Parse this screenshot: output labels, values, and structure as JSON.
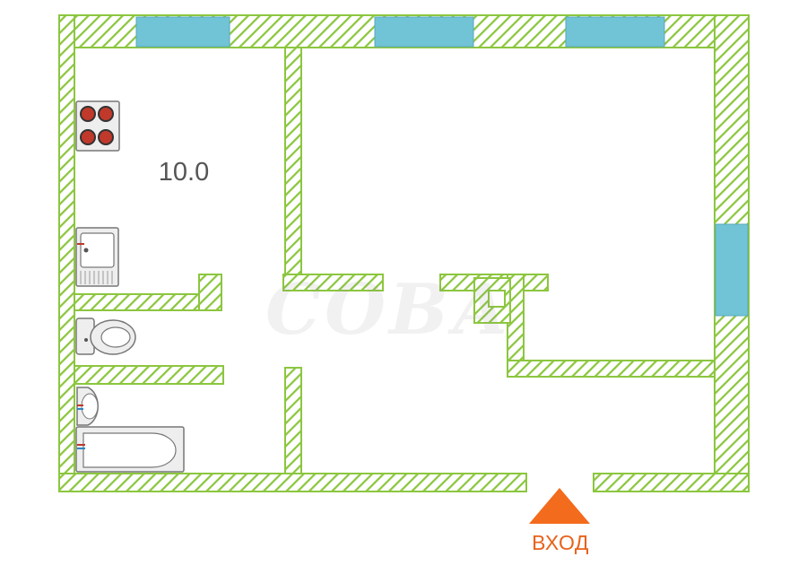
{
  "plan": {
    "room_area": "10.0",
    "entrance_label": "ВХОД",
    "watermark_text": "СОВА"
  },
  "colors": {
    "wall_stroke": "#8cc63f",
    "wall_fill": "#ffffff",
    "window": "#70c4d6",
    "fixture_stroke": "#777777",
    "fixture_fill": "#eeeeee",
    "burner": "#c0392b",
    "entrance_arrow": "#f36b1c",
    "label_text": "#555555"
  },
  "icons": {
    "stove": "stove-icon",
    "sink": "kitchen-sink-icon",
    "toilet": "toilet-icon",
    "washbasin": "washbasin-icon",
    "bathtub": "bathtub-icon",
    "arrow": "entrance-arrow-icon"
  }
}
